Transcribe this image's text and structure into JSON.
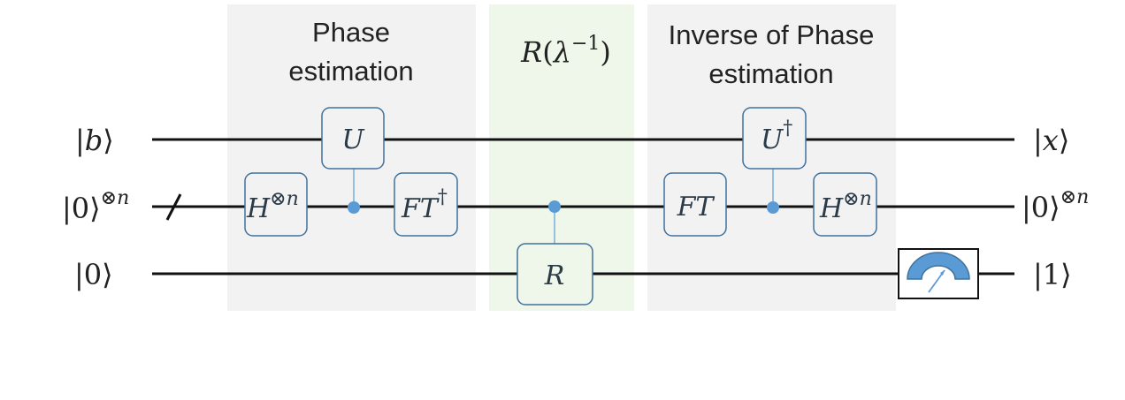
{
  "sections": {
    "phase_estimation": {
      "title_line1": "Phase",
      "title_line2": "estimation",
      "bg": "#f2f2f2"
    },
    "rotation": {
      "title_fn": "R",
      "title_open": "(",
      "title_lambda": "λ",
      "title_exp": "−1",
      "title_close": ")",
      "bg": "#eef7ea"
    },
    "inverse_phase_estimation": {
      "title_line1": "Inverse of Phase",
      "title_line2": "estimation",
      "bg": "#f2f2f2"
    }
  },
  "inputs": {
    "b": {
      "open": "|",
      "sym": "b",
      "close": "⟩"
    },
    "register": {
      "ket": "|0⟩",
      "sup": "⊗",
      "supi": "n"
    },
    "ancilla": {
      "ket": "|0⟩"
    }
  },
  "outputs": {
    "x": {
      "open": "|",
      "sym": "x",
      "close": "⟩"
    },
    "register": {
      "ket": "|0⟩",
      "sup": "⊗",
      "supi": "n"
    },
    "ancilla": {
      "ket": "|1⟩"
    }
  },
  "gates": {
    "h1": {
      "base": "H",
      "sup": "⊗",
      "supi": "n"
    },
    "u": {
      "base": "U"
    },
    "ft_dagger": {
      "base": "FT",
      "sup": "†"
    },
    "r": {
      "base": "R"
    },
    "ft": {
      "base": "FT"
    },
    "u_dagger": {
      "base": "U",
      "sup": "†"
    },
    "h2": {
      "base": "H",
      "sup": "⊗",
      "supi": "n"
    }
  },
  "colors": {
    "wire": "#111111",
    "gate_border": "#41719c",
    "control_dot": "#5b9bd5",
    "meter_fill": "#5b9bd5"
  }
}
